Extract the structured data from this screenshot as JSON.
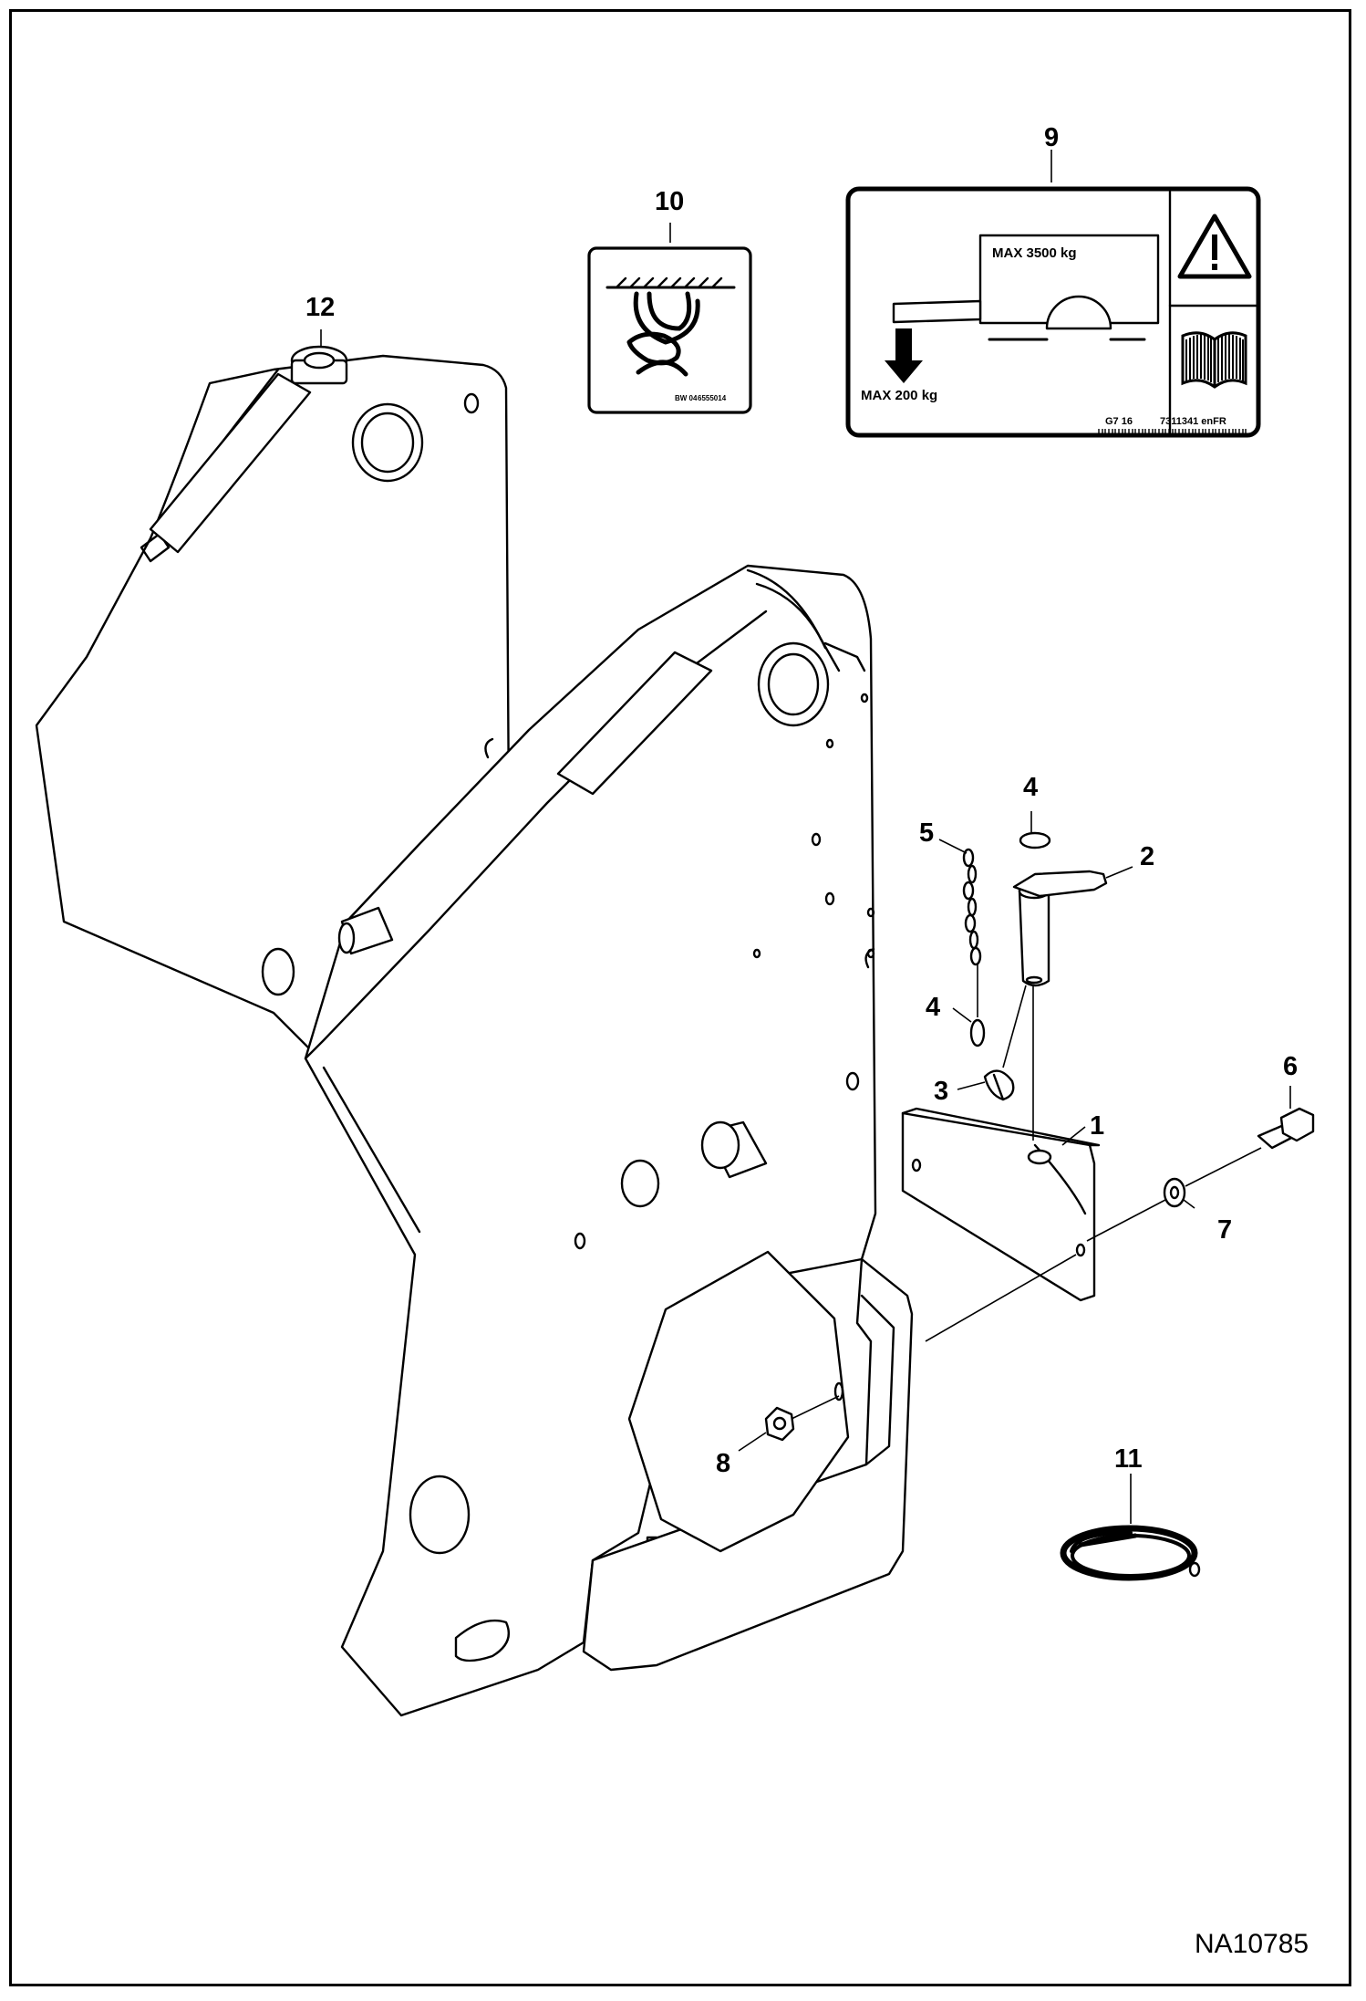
{
  "figure_id": "NA10785",
  "callouts": [
    {
      "id": "c1",
      "label": "1"
    },
    {
      "id": "c2",
      "label": "2"
    },
    {
      "id": "c3",
      "label": "3"
    },
    {
      "id": "c4a",
      "label": "4"
    },
    {
      "id": "c4b",
      "label": "4"
    },
    {
      "id": "c5",
      "label": "5"
    },
    {
      "id": "c6",
      "label": "6"
    },
    {
      "id": "c7",
      "label": "7"
    },
    {
      "id": "c8",
      "label": "8"
    },
    {
      "id": "c9",
      "label": "9"
    },
    {
      "id": "c10",
      "label": "10"
    },
    {
      "id": "c11",
      "label": "11"
    },
    {
      "id": "c12",
      "label": "12"
    }
  ],
  "decal_9": {
    "max_trailer": "MAX 3500 kg",
    "max_tongue": "MAX 200 kg",
    "code": "G7 16",
    "part_number": "7311341 enFR"
  },
  "decal_10": {
    "code": "BW 04",
    "part_number": "6555014"
  },
  "icons": [
    "warning-triangle-icon",
    "operator-manual-icon",
    "down-arrow-icon",
    "lift-point-icon"
  ]
}
